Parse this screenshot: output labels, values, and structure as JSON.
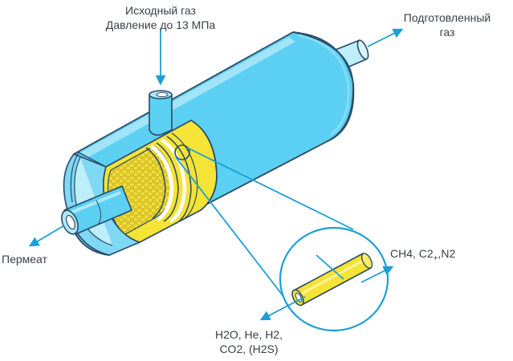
{
  "labels": {
    "feed_gas": "Исходный газ",
    "feed_pressure": "Давление до 13 МПа",
    "product_line1": "Подготовленный",
    "product_line2": "газ",
    "permeate": "Пермеат",
    "fast_gases_line1": "H2O, He, H2,",
    "fast_gases_line2": "CO2, (H2S)",
    "slow_gases_pre": "CH4, C2",
    "slow_gases_sub": "+",
    "slow_gases_post": ",N2"
  },
  "colors": {
    "shell": "#5bd0f2",
    "shell_light": "#aae6f8",
    "outline": "#2b4a66",
    "membrane": "#f5e335",
    "fiber_mesh": "#e8d542",
    "arrow": "#1a9fd6",
    "text": "#3a3f45"
  }
}
